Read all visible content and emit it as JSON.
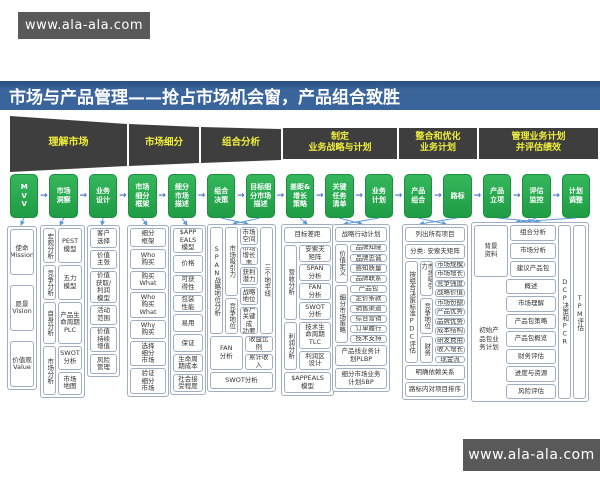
{
  "watermarks": {
    "top_left": "www.ala-ala.com",
    "bottom_right": "www.ala-ala.com"
  },
  "header": {
    "title": "市场与产品管理——抢占市场机会窗，产品组合致胜"
  },
  "phases": [
    {
      "label": "理解市场"
    },
    {
      "label": "市场细分"
    },
    {
      "label": "组合分析"
    },
    {
      "label": "制定\n业务战略与计划"
    },
    {
      "label": "整合和优化\n业务计划"
    },
    {
      "label": "管理业务计划\n并评估绩效"
    }
  ],
  "process_steps": [
    {
      "label": "M\nV\nV"
    },
    {
      "label": "市场\n洞察"
    },
    {
      "label": "业务\n设计"
    },
    {
      "label": "市场\n细分\n框架"
    },
    {
      "label": "细分\n市场\n描述"
    },
    {
      "label": "组合\n决策"
    },
    {
      "label": "目标细\n分市场\n描述"
    },
    {
      "label": "差距&\n增长\n策略"
    },
    {
      "label": "关键\n任务\n清单"
    },
    {
      "label": "业务\n计划"
    },
    {
      "label": "产品\n组合"
    },
    {
      "label": "路标"
    },
    {
      "label": "产品\n立项"
    },
    {
      "label": "评估\n监控"
    },
    {
      "label": "计划\n调整"
    }
  ],
  "colors": {
    "title_bar": "#3a659c",
    "funnel": "#3e3e3e",
    "funnel_text": "#f0ee3c",
    "step_green": "#2aa84e",
    "box_border": "#a0aec4",
    "arrow_blue": "#4472c4"
  },
  "columns": [
    {
      "id": "mvv",
      "name": "column-mvv",
      "tree": {
        "t": "stack",
        "c": [
          {
            "t": "box",
            "v": "使命\nMission",
            "n": "box-mission"
          },
          {
            "t": "box",
            "v": "愿景\nVision",
            "n": "box-vision"
          },
          {
            "t": "box",
            "v": "价值观\nValue",
            "n": "box-values"
          }
        ]
      }
    },
    {
      "id": "insight",
      "name": "column-market-insight",
      "tree": {
        "t": "stack",
        "c": [
          {
            "t": "row",
            "c": [
              {
                "t": "vtext",
                "v": "宏观分析"
              },
              {
                "t": "box",
                "v": "PEST\n模型"
              }
            ]
          },
          {
            "t": "row",
            "c": [
              {
                "t": "vtext",
                "v": "竞争分析"
              },
              {
                "t": "box",
                "v": "五力\n模型"
              }
            ]
          },
          {
            "t": "row",
            "f": 1.2,
            "c": [
              {
                "t": "vtext",
                "v": "自身分析"
              },
              {
                "t": "box",
                "v": "产品生\n命周期\nPLC"
              }
            ]
          },
          {
            "t": "row",
            "f": 1.4,
            "c": [
              {
                "t": "vtext",
                "v": "市场分析"
              },
              {
                "t": "stack",
                "c": [
                  {
                    "t": "box",
                    "v": "SWOT\n分析"
                  },
                  {
                    "t": "box",
                    "v": "市场\n地图"
                  }
                ]
              }
            ]
          }
        ]
      }
    },
    {
      "id": "bizdesign",
      "name": "column-business-design",
      "tree": {
        "t": "stack",
        "c": [
          {
            "t": "box",
            "v": "客户\n选择"
          },
          {
            "t": "box",
            "v": "价值\n主张"
          },
          {
            "t": "box",
            "v": "价值\n获取/\n利润\n模型",
            "f": 1.8
          },
          {
            "t": "box",
            "v": "活动\n范围"
          },
          {
            "t": "box",
            "v": "价值\n持续\n增值",
            "f": 1.4
          },
          {
            "t": "box",
            "v": "风险\n管理"
          }
        ]
      }
    },
    {
      "id": "segframe",
      "name": "column-segmentation-framework",
      "tree": {
        "t": "stack",
        "c": [
          {
            "t": "box",
            "v": "细分\n框架"
          },
          {
            "t": "box",
            "v": "Who\n购买"
          },
          {
            "t": "box",
            "v": "购买\nWhat"
          },
          {
            "t": "box",
            "v": "Who\n购买\nWhat",
            "f": 1.4
          },
          {
            "t": "box",
            "v": "Why\n购买"
          },
          {
            "t": "box",
            "v": "选择\n细分\n市场",
            "f": 1.4
          },
          {
            "t": "box",
            "v": "验证\n细分\n市场",
            "f": 1.4
          }
        ]
      }
    },
    {
      "id": "appeals",
      "name": "column-appeals-model",
      "tree": {
        "t": "stack",
        "c": [
          {
            "t": "box",
            "v": "$APP\nEALS\n模型",
            "f": 1.5
          },
          {
            "t": "box",
            "v": "价格"
          },
          {
            "t": "box",
            "v": "可获\n得性"
          },
          {
            "t": "box",
            "v": "包装\n性能"
          },
          {
            "t": "box",
            "v": "易用"
          },
          {
            "t": "box",
            "v": "保证"
          },
          {
            "t": "box",
            "v": "生命周\n期成本"
          },
          {
            "t": "box",
            "v": "社会接\n受程度"
          }
        ]
      }
    },
    {
      "id": "portfolio",
      "name": "column-portfolio-decision",
      "tree": {
        "t": "stack",
        "c": [
          {
            "t": "row",
            "f": 5,
            "c": [
              {
                "t": "vtext",
                "v": "SPAN战略地位分析"
              },
              {
                "t": "stack",
                "w": 13,
                "c": [
                  {
                    "t": "vtext",
                    "v": "市场吸引力",
                    "f": 2
                  },
                  {
                    "t": "vtext",
                    "v": "竞争地位",
                    "f": 1
                  }
                ]
              },
              {
                "t": "stack",
                "f": 1,
                "c": [
                  {
                    "t": "box",
                    "v": "市场\n空间"
                  },
                  {
                    "t": "box",
                    "v": "市场\n增长率"
                  },
                  {
                    "t": "box",
                    "v": "获利\n潜力"
                  },
                  {
                    "t": "box",
                    "v": "战略\n地位"
                  },
                  {
                    "t": "box",
                    "v": "CSF客户\n关键成\n功要素",
                    "f": 1.6
                  }
                ]
              },
              {
                "t": "vtext",
                "v": "三个地平线"
              }
            ]
          },
          {
            "t": "row",
            "f": 1.6,
            "c": [
              {
                "t": "box",
                "v": "FAN\n分析"
              },
              {
                "t": "stack",
                "c": [
                  {
                    "t": "box",
                    "v": "收益比例"
                  },
                  {
                    "t": "box",
                    "v": "累计收入"
                  }
                ]
              }
            ]
          },
          {
            "t": "box",
            "v": "SWOT分析",
            "h": 13
          }
        ]
      }
    },
    {
      "id": "gap",
      "name": "column-gap-growth-strategy",
      "tree": {
        "t": "stack",
        "c": [
          {
            "t": "box",
            "v": "目标差距",
            "h": 12
          },
          {
            "t": "row",
            "f": 4,
            "c": [
              {
                "t": "vtext",
                "v": "营收分析"
              },
              {
                "t": "stack",
                "c": [
                  {
                    "t": "box",
                    "v": "安索夫\n矩阵"
                  },
                  {
                    "t": "box",
                    "v": "SPAN\n分析"
                  },
                  {
                    "t": "box",
                    "v": "FAN\n分析"
                  },
                  {
                    "t": "box",
                    "v": "SWOT\n分析"
                  }
                ]
              }
            ]
          },
          {
            "t": "row",
            "f": 2.6,
            "c": [
              {
                "t": "vtext",
                "v": "利润分析"
              },
              {
                "t": "stack",
                "c": [
                  {
                    "t": "box",
                    "v": "技术生\n命周期\nTLC",
                    "f": 1.5
                  },
                  {
                    "t": "box",
                    "v": "利润区\n设计"
                  }
                ]
              }
            ]
          },
          {
            "t": "box",
            "v": "$APPEALS\n模型",
            "h": 17
          }
        ]
      }
    },
    {
      "id": "tasks",
      "name": "column-key-tasks-business-plan",
      "tree": {
        "t": "stack",
        "c": [
          {
            "t": "box",
            "v": "战略行动计划",
            "h": 11
          },
          {
            "t": "row",
            "f": 4,
            "c": [
              {
                "t": "vtext",
                "v": "价值定义"
              },
              {
                "t": "stack",
                "c": [
                  {
                    "t": "box",
                    "v": "品牌知晓"
                  },
                  {
                    "t": "box",
                    "v": "品牌忠诚"
                  },
                  {
                    "t": "box",
                    "v": "感知质量"
                  },
                  {
                    "t": "box",
                    "v": "品牌联系"
                  }
                ]
              }
            ]
          },
          {
            "t": "row",
            "f": 6,
            "c": [
              {
                "t": "vtext",
                "v": "细分市场策略"
              },
              {
                "t": "stack",
                "c": [
                  {
                    "t": "box",
                    "v": "产品包"
                  },
                  {
                    "t": "box",
                    "v": "定价条款"
                  },
                  {
                    "t": "box",
                    "v": "销售渠道"
                  },
                  {
                    "t": "box",
                    "v": "综合营销"
                  },
                  {
                    "t": "box",
                    "v": "订单履行"
                  },
                  {
                    "t": "box",
                    "v": "技术支持"
                  }
                ]
              }
            ]
          },
          {
            "t": "box",
            "v": "产品线业务计\n划PLBP",
            "h": 17
          },
          {
            "t": "box",
            "v": "细分市场业务\n计划SBP",
            "h": 17
          }
        ]
      }
    },
    {
      "id": "roadmap",
      "name": "column-portfolio-roadmap",
      "tree": {
        "t": "stack",
        "c": [
          {
            "t": "box",
            "v": "列出所有项目",
            "h": 11
          },
          {
            "t": "box",
            "v": "分类: 安索夫矩阵",
            "h": 11
          },
          {
            "t": "row",
            "f": 1,
            "c": [
              {
                "t": "vtext",
                "v": "按组合决策标准PDC评估"
              },
              {
                "t": "stack",
                "w": 13,
                "c": [
                  {
                    "t": "vtext",
                    "v": "市场吸引力",
                    "f": 4
                  },
                  {
                    "t": "vtext",
                    "v": "竞争地位",
                    "f": 4
                  },
                  {
                    "t": "vtext",
                    "v": "财务",
                    "f": 3
                  }
                ]
              },
              {
                "t": "stack",
                "f": 1,
                "c": [
                  {
                    "t": "box",
                    "v": "市场规模"
                  },
                  {
                    "t": "box",
                    "v": "市场增长"
                  },
                  {
                    "t": "box",
                    "v": "竞争强度"
                  },
                  {
                    "t": "box",
                    "v": "战略价值"
                  },
                  {
                    "t": "box",
                    "v": "市场份额"
                  },
                  {
                    "t": "box",
                    "v": "产品优势"
                  },
                  {
                    "t": "box",
                    "v": "品牌优势"
                  },
                  {
                    "t": "box",
                    "v": "成本结构"
                  },
                  {
                    "t": "box",
                    "v": "研发费用"
                  },
                  {
                    "t": "box",
                    "v": "收入增长"
                  },
                  {
                    "t": "box",
                    "v": "现金流"
                  }
                ]
              }
            ]
          },
          {
            "t": "box",
            "v": "明确依赖关系",
            "h": 11
          },
          {
            "t": "box",
            "v": "路标内对项目排序",
            "h": 11
          }
        ]
      }
    },
    {
      "id": "charter",
      "name": "column-charter-evaluation",
      "tree": {
        "t": "row",
        "c": [
          {
            "t": "stack",
            "f": 1,
            "c": [
              {
                "t": "row",
                "f": 3,
                "c": [
                  {
                    "t": "box",
                    "v": "背景\n资料",
                    "w": 30
                  },
                  {
                    "t": "stack",
                    "c": [
                      {
                        "t": "box",
                        "v": "组合分析"
                      },
                      {
                        "t": "box",
                        "v": "市场分析"
                      },
                      {
                        "t": "box",
                        "v": "建议产品包"
                      }
                    ]
                  }
                ]
              },
              {
                "t": "row",
                "f": 7,
                "c": [
                  {
                    "t": "text",
                    "v": "初始产\n品包业\n务计划",
                    "w": 30
                  },
                  {
                    "t": "stack",
                    "c": [
                      {
                        "t": "box",
                        "v": "概述"
                      },
                      {
                        "t": "box",
                        "v": "市场理解"
                      },
                      {
                        "t": "box",
                        "v": "产品包策略"
                      },
                      {
                        "t": "box",
                        "v": "产品包概览"
                      },
                      {
                        "t": "box",
                        "v": "财务评估"
                      },
                      {
                        "t": "box",
                        "v": "进度与资源"
                      },
                      {
                        "t": "box",
                        "v": "风险评估"
                      }
                    ]
                  }
                ]
              }
            ]
          },
          {
            "t": "vtext",
            "v": "DCP决策和PCR"
          },
          {
            "t": "vtext",
            "v": "TPM评估"
          }
        ]
      }
    }
  ]
}
